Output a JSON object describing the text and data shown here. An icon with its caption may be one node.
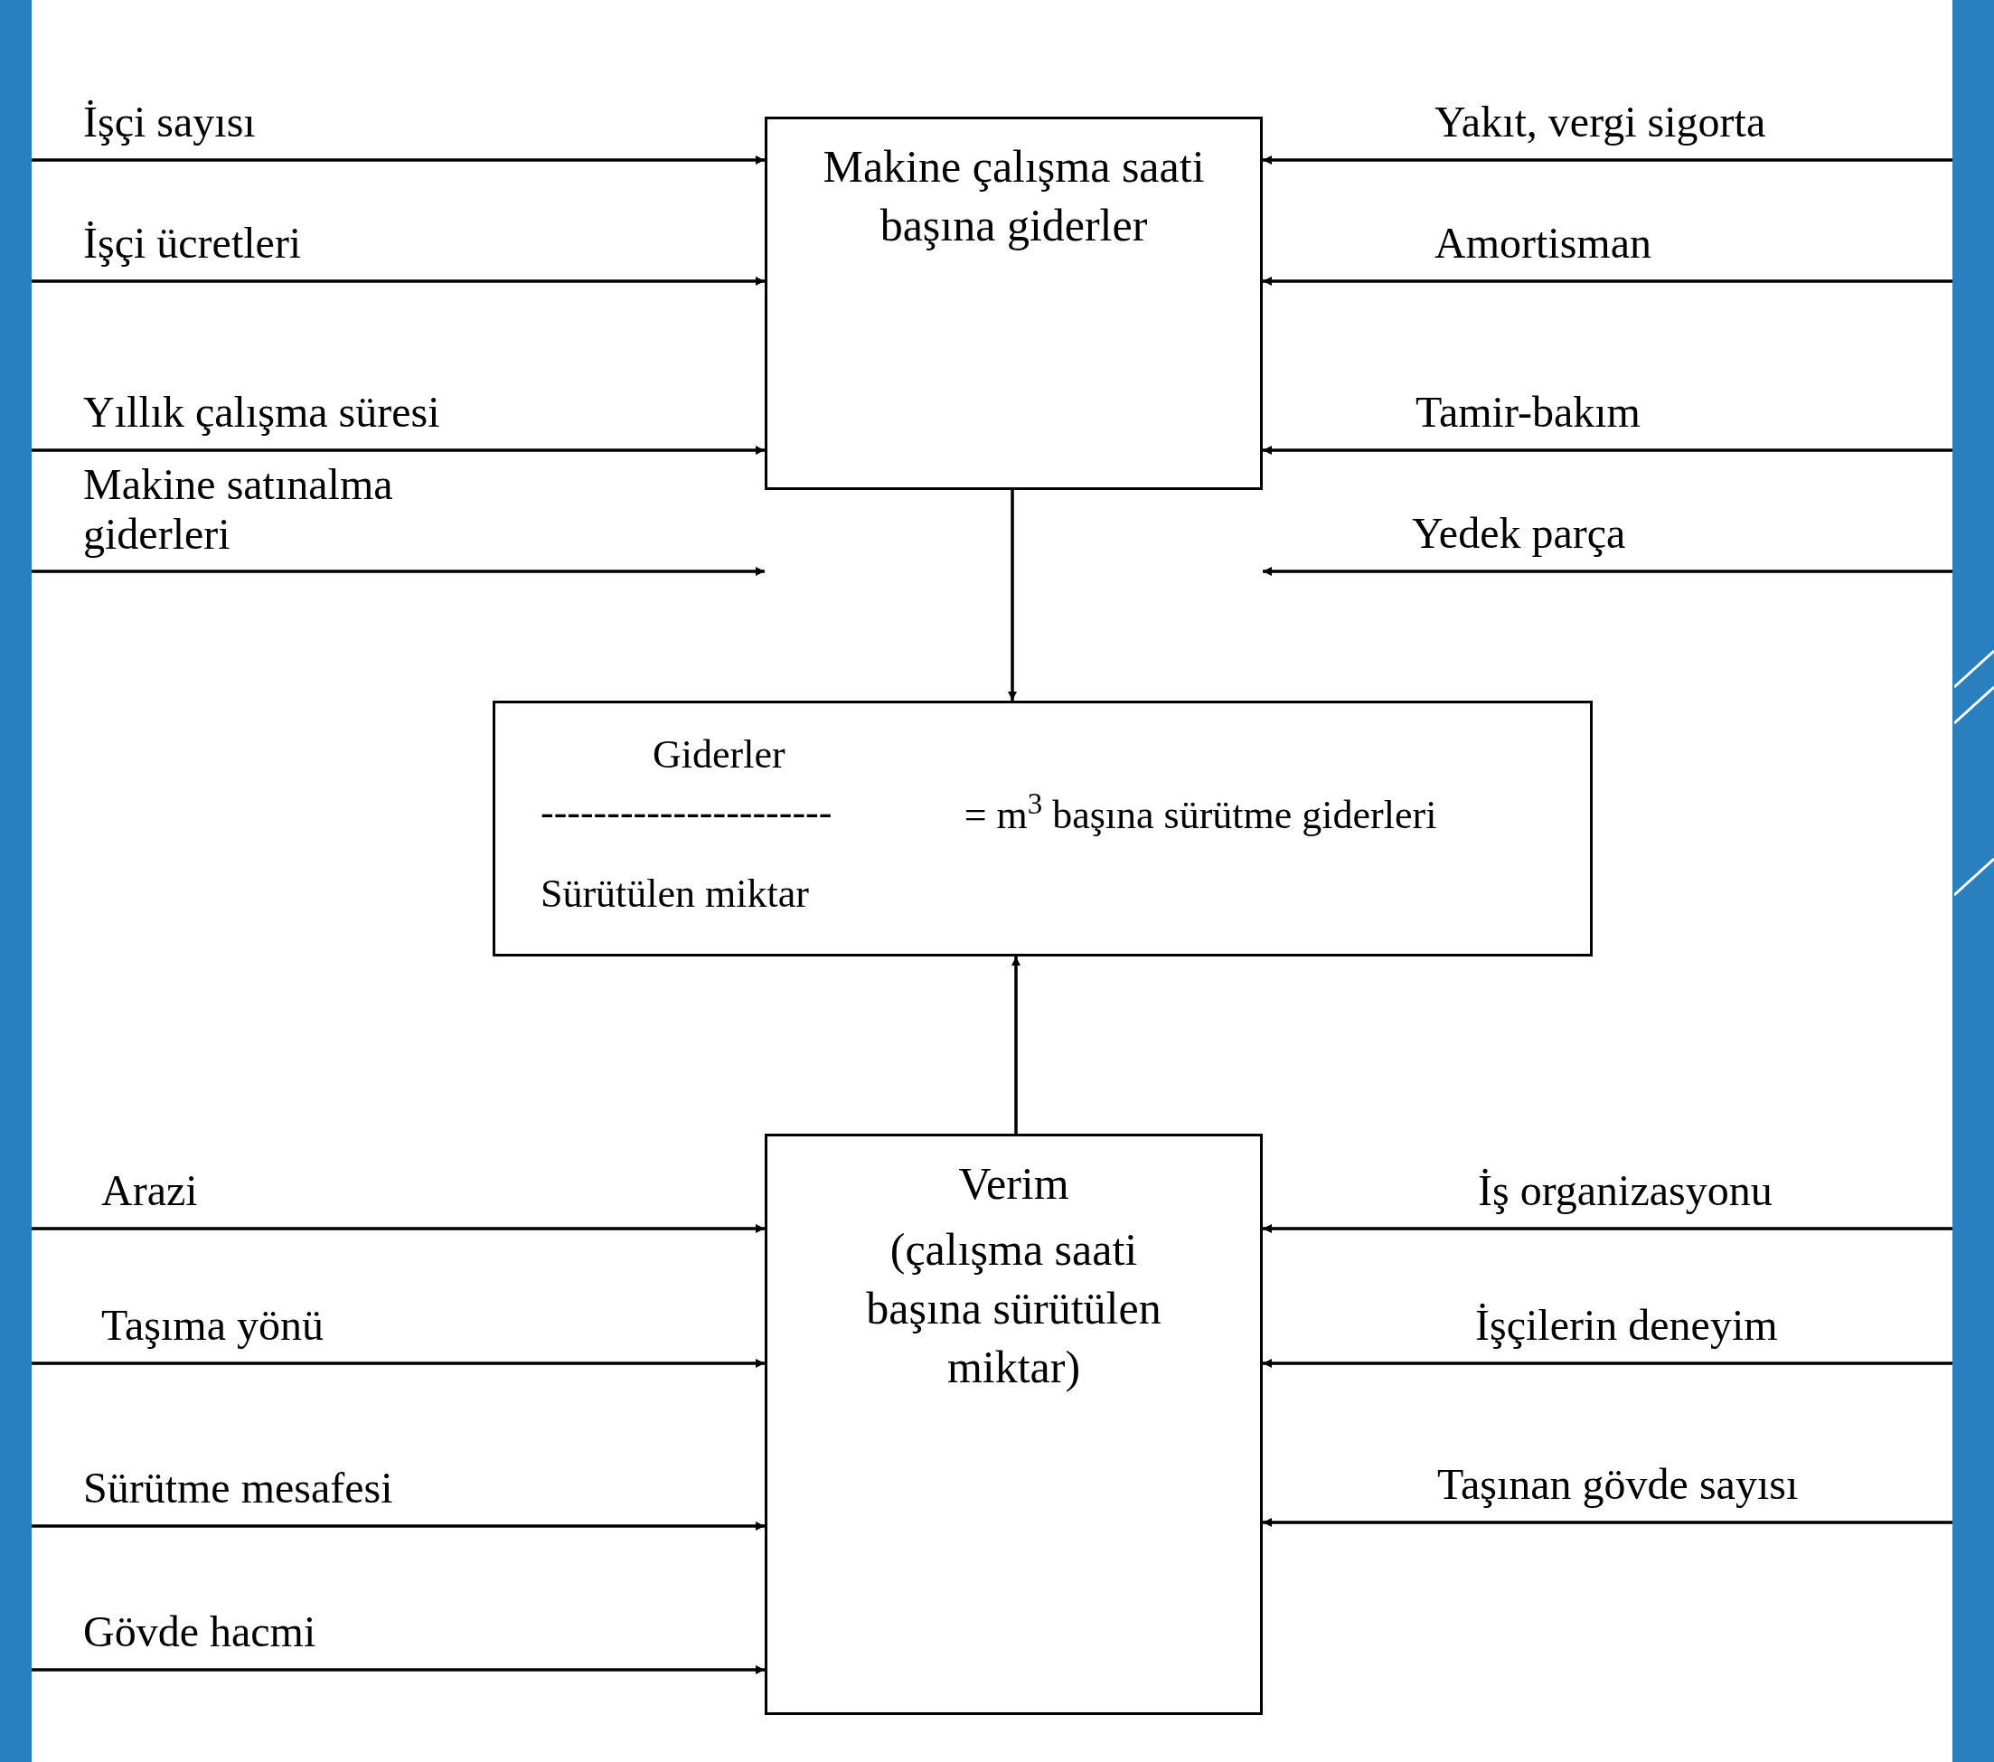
{
  "diagram": {
    "nodes": [
      {
        "text": [
          "Makine çalışma saati başına giderler"
        ]
      },
      {
        "text": [
          "Giderler",
          "----------------------",
          "= m$^{3}$ başına sürütme giderleri",
          "Sürütülen miktar"
        ]
      },
      {
        "text": [
          "Verim",
          "(çalışma saati başına sürütülen miktar)"
        ]
      }
    ],
    "edges": [
      {
        "from": 0,
        "to": 1,
        "arrow": "to"
      },
      {
        "from": 2,
        "to": 1,
        "arrow": "to"
      },
      {
        "from": null,
        "to": 0,
        "arrow": "to",
        "label": "İşçi sayısı"
      },
      {
        "from": null,
        "to": 0,
        "arrow": "to",
        "label": "İşçi ücretleri"
      },
      {
        "from": null,
        "to": 0,
        "arrow": "to",
        "label": "Yıllık çalışma süresi"
      },
      {
        "from": null,
        "to": 0,
        "arrow": "to",
        "label": "Makine satınalma giderleri"
      },
      {
        "from": null,
        "to": 0,
        "arrow": "to",
        "label": "Yakıt, vergi sigorta"
      },
      {
        "from": null,
        "to": 0,
        "arrow": "to",
        "label": "Amortisman"
      },
      {
        "from": null,
        "to": 0,
        "arrow": "to",
        "label": "Tamir-bakım"
      },
      {
        "from": null,
        "to": 0,
        "arrow": "to",
        "label": "Yedek parça"
      },
      {
        "from": null,
        "to": 2,
        "arrow": "to",
        "label": "Arazi"
      },
      {
        "from": null,
        "to": 2,
        "arrow": "to",
        "label": "Taşıma yönü"
      },
      {
        "from": null,
        "to": 2,
        "arrow": "to",
        "label": "Sürütme mesafesi"
      },
      {
        "from": null,
        "to": 2,
        "arrow": "to",
        "label": "Gövde hacmi"
      },
      {
        "from": null,
        "to": 2,
        "arrow": "to",
        "label": "İş organizasyonu"
      },
      {
        "from": null,
        "to": 2,
        "arrow": "to",
        "label": "İşçilerin deneyim"
      },
      {
        "from": null,
        "to": 2,
        "arrow": "to",
        "label": "Taşınan gövde sayısı"
      }
    ]
  }
}
